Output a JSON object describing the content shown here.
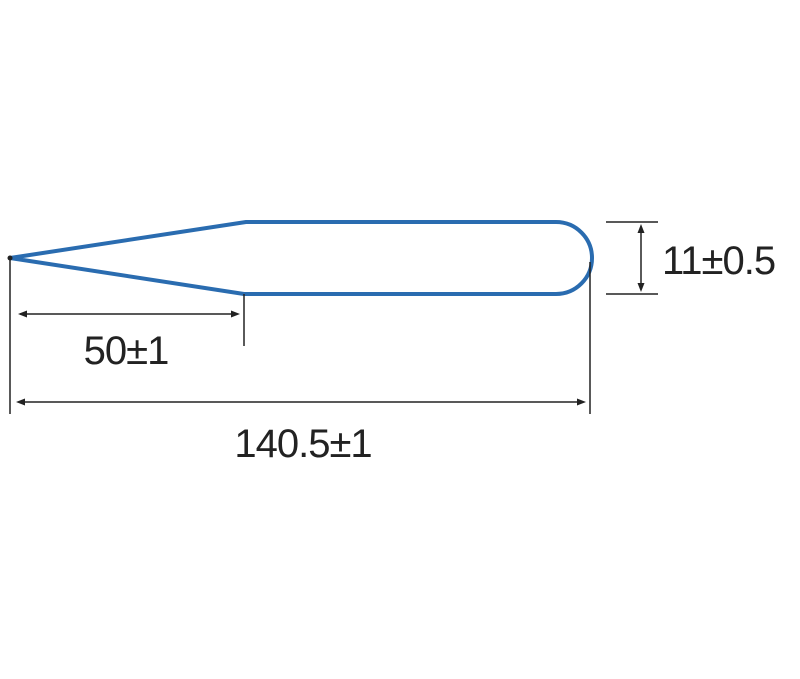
{
  "colors": {
    "outline": "#2a6cb0",
    "dimension": "#222222"
  },
  "dimensions": {
    "taper_length": "50±1",
    "overall_length": "140.5±1",
    "width": "11±0.5"
  }
}
